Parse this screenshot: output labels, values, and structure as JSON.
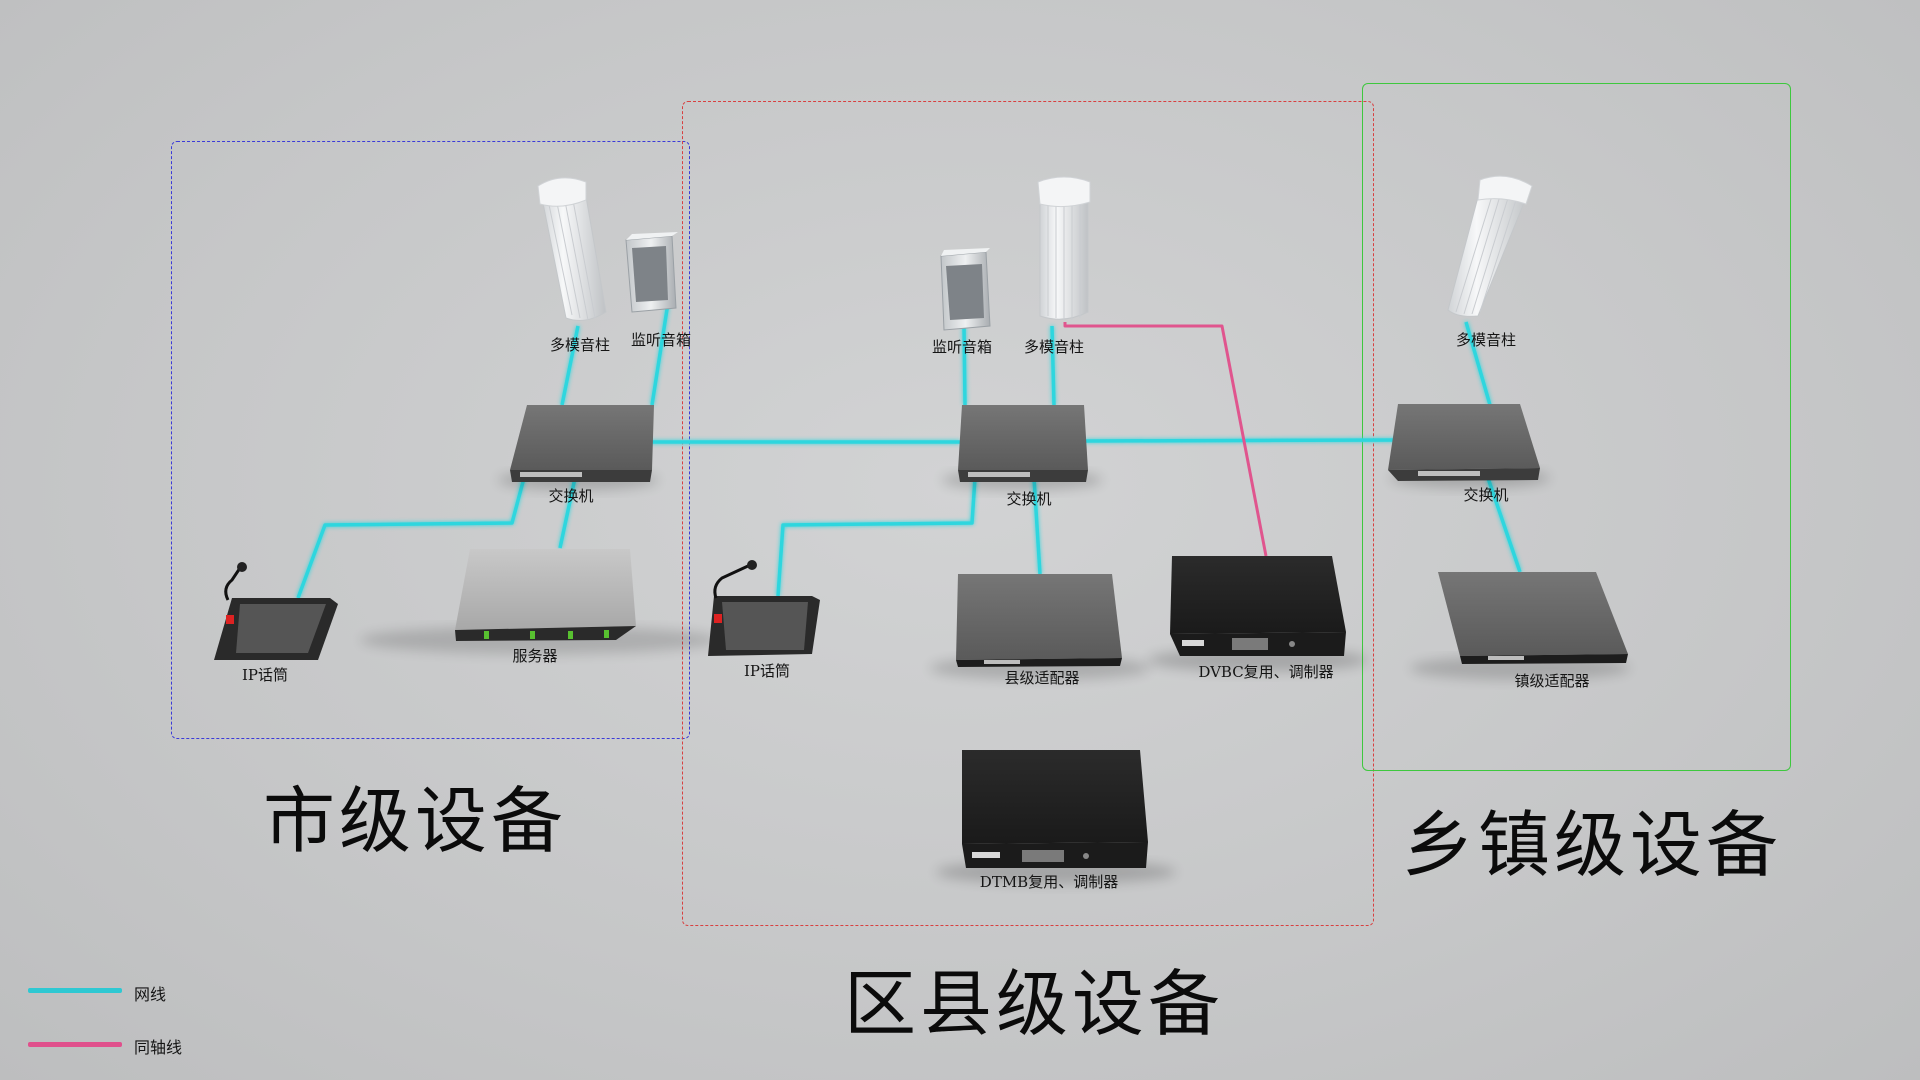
{
  "zones": {
    "city": "市级设备",
    "county": "区县级设备",
    "town": "乡镇级设备"
  },
  "devices": {
    "city_column": "多模音柱",
    "city_monitor": "监听音箱",
    "city_switch": "交换机",
    "city_ip_phone": "IP话筒",
    "city_server": "服务器",
    "county_monitor": "监听音箱",
    "county_column": "多模音柱",
    "county_switch": "交换机",
    "county_ip_phone": "IP话筒",
    "county_adapter": "县级适配器",
    "county_dvbc": "DVBC复用、调制器",
    "county_dtmb": "DTMB复用、调制器",
    "town_column": "多模音柱",
    "town_switch": "交换机",
    "town_adapter": "镇级适配器"
  },
  "legend": {
    "network_label": "网线",
    "coax_label": "同轴线"
  },
  "colors": {
    "network": "#2ec8d2",
    "coax": "#e0508c",
    "city_zone": "#3b3bd8",
    "county_zone": "#d84040",
    "town_zone": "#3ec83e"
  }
}
